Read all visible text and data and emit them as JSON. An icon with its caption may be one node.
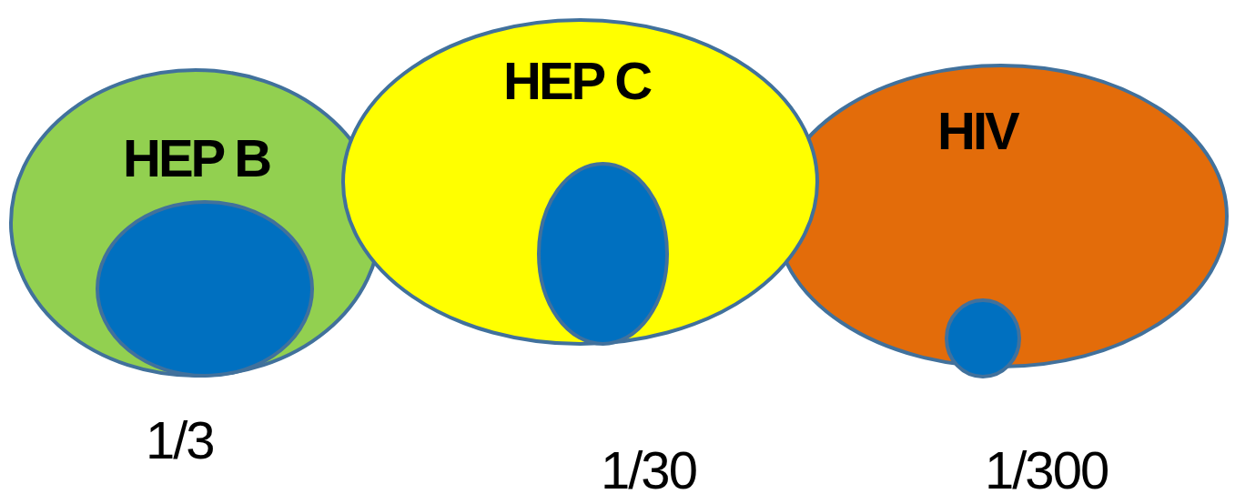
{
  "diagram": {
    "nodes": [
      {
        "text": [
          "HEP B"
        ],
        "beside": [
          "1/3"
        ]
      },
      {
        "text": [],
        "shape": "ellipse",
        "in": 0
      },
      {
        "text": [
          "HEP C"
        ],
        "beside": [
          "1/30"
        ]
      },
      {
        "text": [],
        "shape": "ellipse",
        "in": 2
      },
      {
        "text": [
          "HIV"
        ],
        "beside": [
          "1/300"
        ]
      },
      {
        "text": [],
        "shape": "ellipse",
        "in": 4
      }
    ]
  }
}
